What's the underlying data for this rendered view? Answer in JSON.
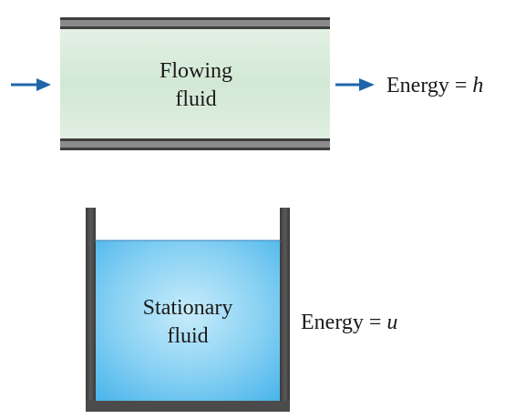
{
  "pipe": {
    "label_line1": "Flowing",
    "label_line2": "fluid",
    "energy_prefix": "Energy = ",
    "energy_symbol": "h"
  },
  "tank": {
    "label_line1": "Stationary",
    "label_line2": "fluid",
    "energy_prefix": "Energy = ",
    "energy_symbol": "u"
  },
  "colors": {
    "arrow": "#1f66a8",
    "pipe_wall": "#4a4a4a",
    "pipe_fluid": "#d7ebd9",
    "tank_wall": "#4b4b4b",
    "tank_fluid": "#7fcbf2"
  }
}
